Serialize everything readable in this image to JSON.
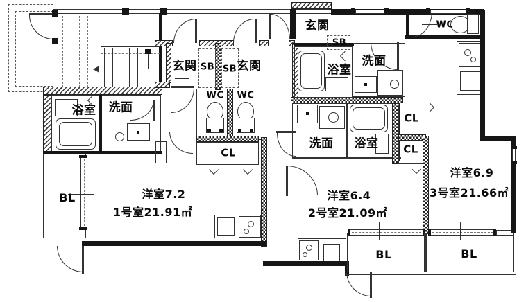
{
  "floor_plan": {
    "unit1": {
      "entrance": "玄関",
      "shoe_box": "SB",
      "toilet": "WC",
      "closet": "CL",
      "bathroom": "浴室",
      "washroom": "洗面",
      "balcony": "BL",
      "room_size": "洋室7.2",
      "room_area": "1号室21.91㎡"
    },
    "unit2": {
      "entrance": "玄関",
      "shoe_box": "SB",
      "toilet": "WC",
      "bathroom": "浴室",
      "washroom": "洗面",
      "balcony": "BL",
      "room_size": "洋室6.4",
      "room_area": "2号室21.09㎡"
    },
    "unit3": {
      "entrance": "玄関",
      "shoe_box": "SB",
      "toilet": "WC",
      "closet_upper": "CL",
      "closet_lower": "CL",
      "bathroom": "浴室",
      "washroom": "洗面",
      "balcony": "BL",
      "room_size": "洋室6.9",
      "room_area": "3号室21.66㎡"
    }
  }
}
